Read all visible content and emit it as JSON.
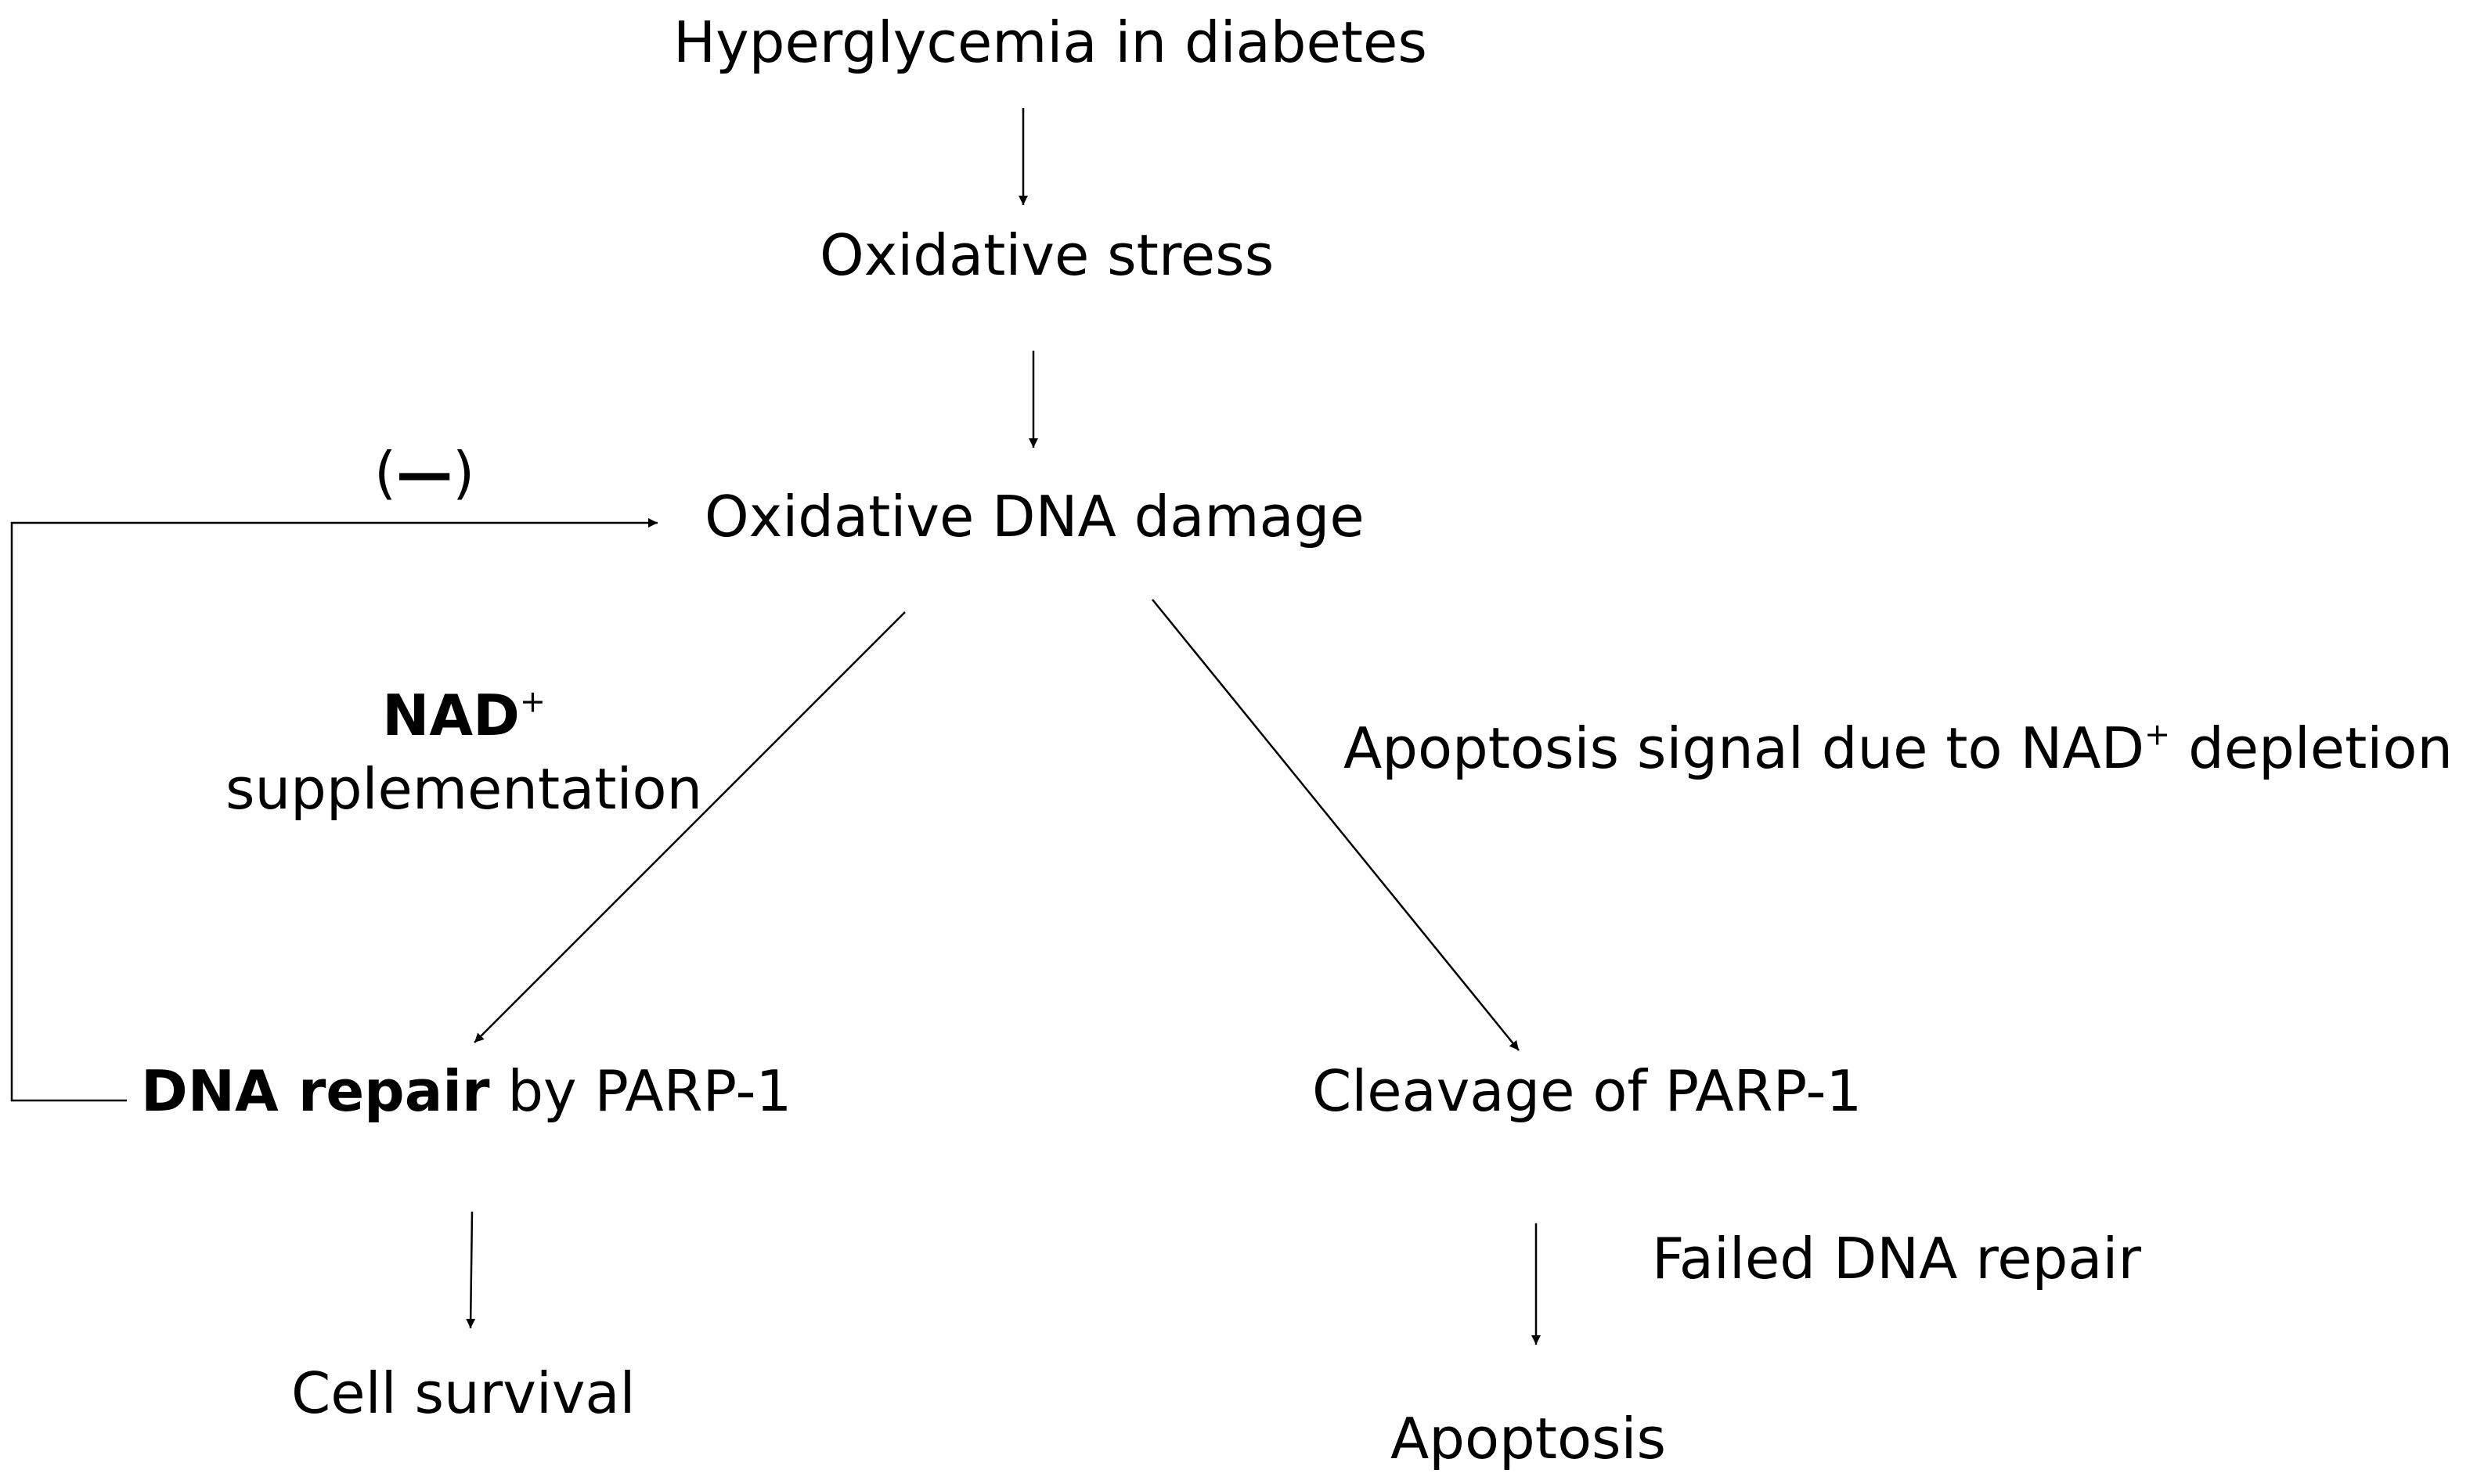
{
  "nodes": {
    "hyperglycemia": "Hyperglycemia in diabetes",
    "oxidative_stress": "Oxidative stress",
    "oxidative_dna_damage": "Oxidative DNA damage",
    "dna_repair": {
      "bold": "DNA repair",
      "rest": " by PARP-1"
    },
    "cleavage": "Cleavage of PARP-1",
    "cell_survival": "Cell survival",
    "apoptosis": "Apoptosis"
  },
  "edge_labels": {
    "nad_supplementation": {
      "nad": "NAD",
      "sup": "+",
      "line2": "supplementation"
    },
    "apoptosis_signal": {
      "before": "Apoptosis signal due to NAD",
      "sup": "+",
      "after": " depletion"
    },
    "failed_repair": "Failed DNA repair",
    "inhibition": {
      "open": "(",
      "sign": "—",
      "close": ")"
    }
  },
  "colors": {
    "background": "#ffffff",
    "line": "#000000",
    "text": "#000000"
  }
}
